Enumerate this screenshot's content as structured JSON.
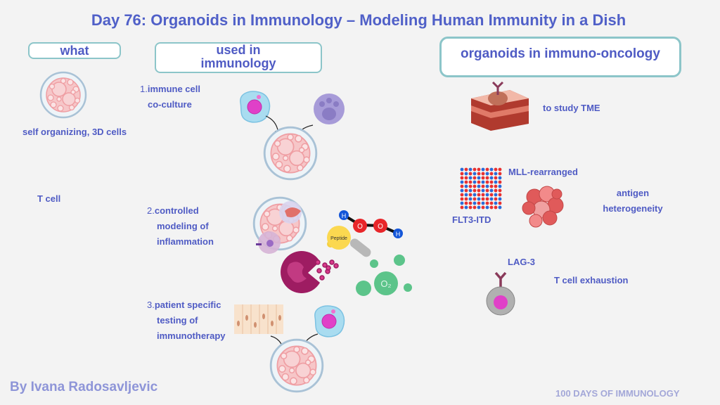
{
  "title": "Day 76: Organoids in Immunology – Modeling Human Immunity in a Dish",
  "headers": {
    "what": "what",
    "used": "used in immunology",
    "onco": "organoids in immuno-oncology"
  },
  "what": {
    "description": "self organizing, 3D cells",
    "t_cell": "T cell"
  },
  "uses": [
    {
      "number": "1.",
      "line1": "immune cell",
      "line2": "co-culture"
    },
    {
      "number": "2.",
      "line1": "controlled",
      "line2": "modeling of",
      "line3": "inflammation"
    },
    {
      "number": "3.",
      "line1": "patient specific",
      "line2": "testing of",
      "line3": "immunotherapy"
    }
  ],
  "illustration_labels": {
    "peptide": "Peptide",
    "h": "H",
    "o": "O",
    "o2": "O₂"
  },
  "onco": {
    "tme": "to study TME",
    "mll": "MLL-rearranged",
    "flt3": "FLT3-ITD",
    "antigen1": "antigen",
    "antigen2": "heterogeneity",
    "lag3": "LAG-3",
    "exhaustion": "T cell exhaustion"
  },
  "footer": {
    "author": "By Ivana Radosavljevic",
    "series": "100 DAYS OF IMMUNOLOGY"
  },
  "colors": {
    "text": "#4f5bc4",
    "box_border": "#8cc5c9",
    "background": "#f3f3f3"
  }
}
